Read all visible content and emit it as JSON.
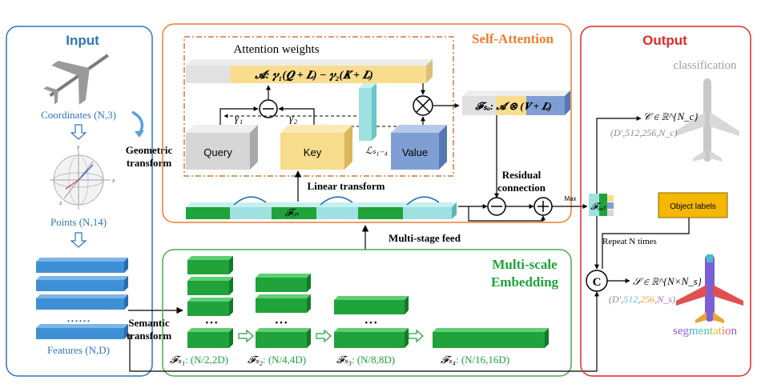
{
  "panels": {
    "input_title": "Input",
    "self_attention_title": "Self-Attention",
    "output_title": "Output",
    "multiscale_title_line1": "Multi-scale",
    "multiscale_title_line2": "Embedding"
  },
  "input": {
    "coordinates_label": "Coordinates (N,3)",
    "geometric_label_line1": "Geometric",
    "geometric_label_line2": "transform",
    "points_label": "Points (N,14)",
    "dots": "• • • • • •",
    "features_label": "Features (N,D)",
    "semantic_label_line1": "Semantic",
    "semantic_label_line2": "transform"
  },
  "attention": {
    "weights_title": "Attention weights",
    "formula_A": "𝓐: 𝜸₁(𝑸 + 𝑳) − 𝜸₂(𝑲 + 𝑳)",
    "formula_Fsa": "𝓕ₛₐ: 𝓐 ⊗ (𝑽 + 𝑳)",
    "gamma1": "γ₁",
    "gamma2": "γ₂",
    "query_label": "Query",
    "key_label": "Key",
    "value_label": "Value",
    "L_label": "ℒₛ₁₋₄",
    "linear_transform": "Linear transform",
    "Fin_label": "𝓕ᵢₙ",
    "residual_line1": "Residual",
    "residual_line2": "connection",
    "max_label": "Max",
    "Fout_label": "𝓕ₒᵤₜ"
  },
  "multistage": {
    "feed_label": "Multi-stage feed",
    "dots": "• • •",
    "stage_labels": [
      {
        "sym": "𝓕ₛ₁",
        "dims": ": (N/2,2D)"
      },
      {
        "sym": "𝓕ₛ₂",
        "dims": ": (N/4,4D)"
      },
      {
        "sym": "𝓕ₛ₃",
        "dims": ": (N/8,8D)"
      },
      {
        "sym": "𝓕ₛ₄",
        "dims": ": (N/16,16D)"
      }
    ]
  },
  "output": {
    "classification_label": "classification",
    "C_formula": "𝒞 ∈ ℝ^{N_c}",
    "C_dims": "(D′,512,256,N_c)",
    "object_labels": "Object labels",
    "repeat_label": "Repeat N times",
    "concat_symbol": "C",
    "S_formula": "𝒮 ∈ ℝ^{N×N_s}",
    "S_dims": {
      "open": "(D′,",
      "p1": "512",
      "c1": ",",
      "p2": "256",
      "c2": ",",
      "p3": "N_s",
      "close": ")"
    },
    "segmentation_letters": [
      "s",
      "e",
      "g",
      "m",
      "e",
      "n",
      "t",
      "a",
      "t",
      "i",
      "o",
      "n"
    ]
  },
  "colors": {
    "input_border": "#2e75b6",
    "input_title": "#2e75b6",
    "attention_border": "#ed7d31",
    "attention_title": "#ed7d31",
    "output_border": "#e0292b",
    "output_title": "#e0292b",
    "multiscale_border": "#4ea94e",
    "multiscale_title": "#1fa33a",
    "green": "#1fa33a",
    "teal": "#9fe0e0",
    "yellow": "#f7dc8b",
    "gray_block": "#d6d6d6",
    "blue_block": "#7f9fd4",
    "blue_feature": "#3d8fd6",
    "object_label_fill": "#f5b800",
    "dims_blue": "#2e75b6"
  },
  "segmentation_colors": [
    "#7a5fd6",
    "#8a63d8",
    "#9a68d5",
    "#3fb1d8",
    "#43c0c8",
    "#4bc4a6",
    "#7ccc5a",
    "#d6c23a",
    "#e8a530",
    "#ec7c3a",
    "#c661b6",
    "#8d5ad0"
  ]
}
